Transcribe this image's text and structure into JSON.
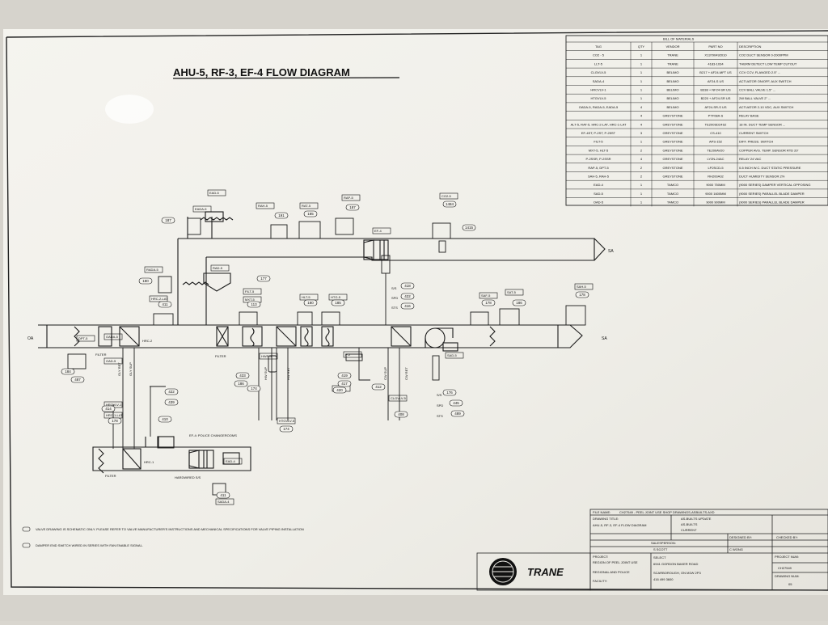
{
  "drawing": {
    "title": "AHU-5, RF-3, EF-4 FLOW DIAGRAM",
    "labels": {
      "oa": "OA",
      "sa_upper": "SA",
      "sa_lower": "SA",
      "filter_1": "FILTER",
      "filter_2": "FILTER",
      "filter_3": "FILTER",
      "hrc_2": "HRC-2",
      "hrc_1": "HRC-1",
      "ef4_caption": "EF-4: POLICE CHANGEROOMS",
      "hardwired": "HARDWIRED S/S",
      "ss": "S/S",
      "spd": "SPD",
      "sts": "STS",
      "gly_ret": "GLY RET",
      "gly_sup": "GLY SUP",
      "hw_ret": "HW RET",
      "hw_sup": "HW SUP",
      "cw_sup": "CW SUP",
      "cw_ret": "CW RET"
    }
  },
  "bom": {
    "title": "BILL OF MATERIALS",
    "headers": [
      "TAG",
      "QTY",
      "VENDOR",
      "PART NO",
      "DESCRIPTION"
    ],
    "rows": [
      [
        "CO2 - 5",
        "1",
        "TRANE",
        "X13790492010",
        "CO2 DUCT SENSOR 0-2000PPM"
      ],
      [
        "LLT-5",
        "1",
        "TRANE",
        "4183-1034",
        "THERM DETECT LOW TEMP CUTOUT"
      ],
      [
        "CLGVLV-5",
        "1",
        "BELIMO",
        "B217 + AF24-MFT US",
        "CCV CCV, FLANGED 2.5\" ..."
      ],
      [
        "SADA-4",
        "1",
        "BELIMO",
        "AF24-S US",
        "ACTUATOR ON/OFF, AUX SWITCH"
      ],
      [
        "HRCVLV-1",
        "1",
        "BELIMO",
        "B338 + NF24-SR US",
        "CCV BALL VALVE 1.5\" ..."
      ],
      [
        "HTGVLV-5",
        "1",
        "BELIMO",
        "B220 + AF24-SR US",
        "2W BALL VALVE 2\" ..."
      ],
      [
        "OADA-5, RADA-5, EADA-5",
        "4",
        "BELIMO",
        "AF24-SR-S US",
        "ACTUATOR 2-10 VDC, AUX SWITCH"
      ],
      [
        "",
        "4",
        "GREYSTONE",
        "PTF08A-S",
        "RELAY BASE"
      ],
      [
        "ALT-5, RAT-5, HRC-2-LAT, HRC-1-LAT",
        "4",
        "GREYSTONE",
        "TE200SD24S2",
        "18 IN. DUCT TEMP SENSOR ..."
      ],
      [
        "EF-4ST, P-2ST, P-25ST",
        "3",
        "GREYSTONE",
        "CS-410",
        "CURRENT SWITCH"
      ],
      [
        "FILT-5",
        "1",
        "GREYSTONE",
        "APS-152",
        "DIFF. PRESS. SWITCH"
      ],
      [
        "MXT-5, HLT-5",
        "2",
        "GREYSTONE",
        "TE200AV20",
        "COPPER AVG. TEMP. SENSOR RTD 20'"
      ],
      [
        "P-2SSR, P-2SSR",
        "4",
        "GREYSTONE",
        "LY2N-24AC",
        "RELAY 24 VAC"
      ],
      [
        "RAP-5, DPT-5",
        "2",
        "GREYSTONE",
        "LP2SCD-5",
        "0-5 INCH W.C. DUCT STATIC PRESSURE"
      ],
      [
        "SAH-5, RAH-5",
        "2",
        "GREYSTONE",
        "RH200A02",
        "DUCT HUMIDITY SENSOR 2%"
      ],
      [
        "EAD-4",
        "1",
        "TAMCO",
        "9000 750MM",
        "(9000 SERIES) DAMPER VERTICAL OPPOSING"
      ],
      [
        "SAD-5",
        "1",
        "TAMCO",
        "9000 1600MM",
        "(9000 SERIES) PARALLEL BLADE DAMPER"
      ],
      [
        "OAD-5",
        "1",
        "TAMCO",
        "9000 900MM",
        "(9000 SERIES) PARALLEL BLADE DAMPER"
      ]
    ]
  },
  "tags": [
    "EADA-5",
    "EAD-5",
    "RAH-5",
    "RAT-5",
    "RAP-5",
    "CO2-5",
    "EF-4",
    "RADA-5",
    "RAD-5",
    "HRC-2-LAT",
    "FILT-5",
    "MXT-5",
    "HLT-5",
    "HTG-5",
    "SAF-5",
    "SAT-5",
    "SAH-5",
    "DPT-5",
    "OADA-5",
    "OAD-5",
    "HWP-5",
    "P-2",
    "HTGVLV-5",
    "CLGVLV-5",
    "SAD-5",
    "HRCVLV-1",
    "HRC-1-LAT",
    "EAD-4",
    "SADA-4",
    "SA-5SS"
  ],
  "point_values": [
    "187",
    "191",
    "185",
    "187",
    "1484",
    "1415",
    "177",
    "180",
    "418",
    "422",
    "416",
    "411",
    "113",
    "180",
    "185",
    "178",
    "186",
    "178",
    "184",
    "487",
    "433",
    "186",
    "419",
    "417",
    "420",
    "412",
    "408",
    "174",
    "174",
    "414",
    "178",
    "176",
    "445",
    "489",
    "422",
    "439",
    "410",
    "411"
  ],
  "notes": [
    "VALVE DRAWING IS SCHEMATIC ONLY. PLEASE REFER TO VALVE MANUFACTURER'S INSTRUCTIONS AND MECHANICAL SPECIFICATIONS FOR VALVE PIPING INSTALLATION",
    "DAMPER END SWITCH WIRED IN SERIES WITH FAN ENABLE SIGNAL."
  ],
  "title_block": {
    "file_name_label": "FILE NAME:",
    "file_name": "CH27549 - PEEL JOINT USE SHOP DRAWINGS-ASBUILTS.AXD",
    "drawing_title_label": "DRAWING TITLE:",
    "drawing_title": "AHU-5, RF-3, EF-4 FLOW DIAGRAM",
    "revisions": [
      "AS-BUILTS UPDATE",
      "AS-BUILTS",
      "CURRENT"
    ],
    "salesperson_label": "SALESPERSON:",
    "salesperson": "S SCOTT",
    "designed_by_label": "DESIGNED BY:",
    "designed_by": "C WONG",
    "checked_by_label": "CHECKED BY:",
    "project_label": "PROJECT:",
    "project_lines": [
      "REGION OF PEEL JOINT USE",
      "REGIONAL AND POLICE"
    ],
    "facility_label": "FACILITY:",
    "address_lines": [
      "SELECT",
      "6941 GORDON BAKER ROAD",
      "SCARBOROUGH, ON M1W 2P3",
      "416 499 3600"
    ],
    "project_num_label": "PROJECT NUM:",
    "project_num": "CH27549",
    "drawing_num_label": "DRAWING NUM:",
    "drawing_num": "05",
    "logo": "TRANE"
  },
  "colors": {
    "paper": "#f2f1ec",
    "ink": "#1a1a1a",
    "wall": "#d9d6cf"
  }
}
